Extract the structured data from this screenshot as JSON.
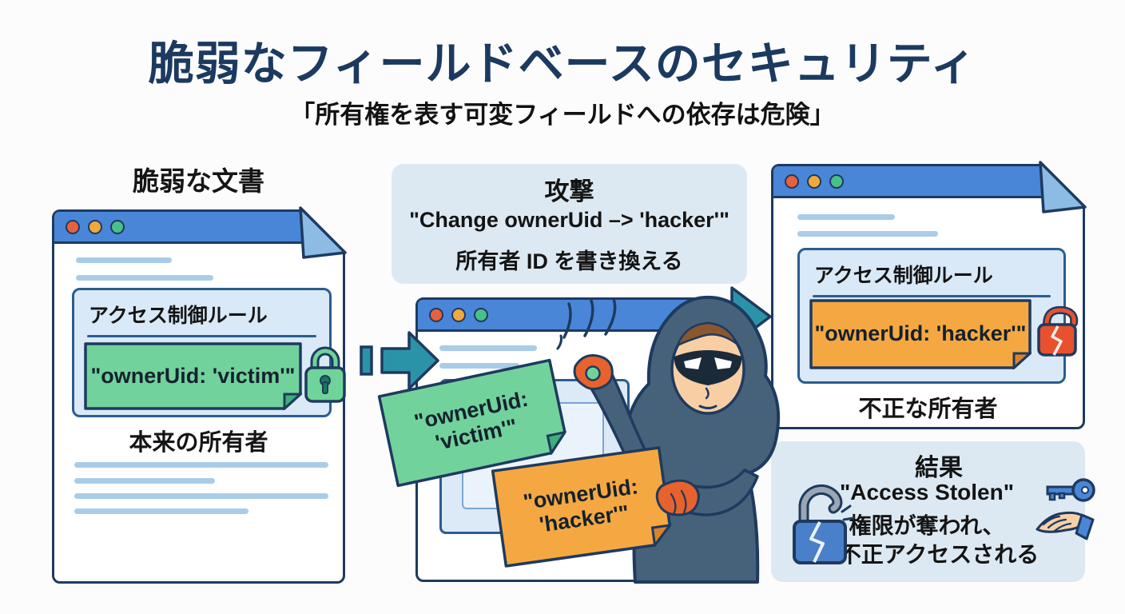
{
  "header": {
    "title": "脆弱なフィールドベースのセキュリティ",
    "subtitle": "「所有権を表す可変フィールドへの依存は危険」"
  },
  "left_panel": {
    "label": "脆弱な文書",
    "access_box_title": "アクセス制御ルール",
    "note_text": "\"ownerUid: 'victim'\"",
    "caption": "本来の所有者"
  },
  "attack_panel": {
    "title": "攻撃",
    "command": "\"Change ownerUid –> 'hacker'\"",
    "description": "所有者 ID を書き換える",
    "victim_note_line1": "\"ownerUid:",
    "victim_note_line2": "'victim'\"",
    "hacker_note_line1": "\"ownerUid:",
    "hacker_note_line2": "'hacker'\""
  },
  "right_panel": {
    "access_box_title": "アクセス制御ルール",
    "note_text": "\"ownerUid: 'hacker'\"",
    "caption": "不正な所有者"
  },
  "result_panel": {
    "title": "結果",
    "status": "\"Access Stolen\"",
    "line1": "権限が奪われ、",
    "line2": "不正アクセスされる"
  },
  "icons": {
    "traffic_lights": "red-amber-green window dots",
    "lock_closed_green": "closed green padlock",
    "lock_broken_red": "broken open red padlock",
    "lock_broken_blue": "broken open blue padlock",
    "key": "blue key",
    "hand": "open receiving hand",
    "arrow_right": "teal flow arrow",
    "hacker": "hooded masked attacker",
    "folded_corner": "document page fold"
  },
  "colors": {
    "title_navy": "#1c3a60",
    "outline_navy": "#1e3a5f",
    "titlebar_blue": "#4a86d8",
    "fold_blue": "#8cbce4",
    "placeholder_blue": "#a9cce9",
    "access_box_bg": "#d9e9f7",
    "note_green": "#72d29c",
    "note_green_fold": "#3fae77",
    "note_orange": "#f5a841",
    "note_orange_fold": "#d9842a",
    "arrow_teal": "#2b93a8",
    "info_box_bg": "#dde9f2",
    "hoodie": "#46627b",
    "skin": "#f8cfa5",
    "glove_orange": "#e8622d",
    "lock_red": "#e8512e",
    "lock_blue": "#4a7fc9"
  }
}
